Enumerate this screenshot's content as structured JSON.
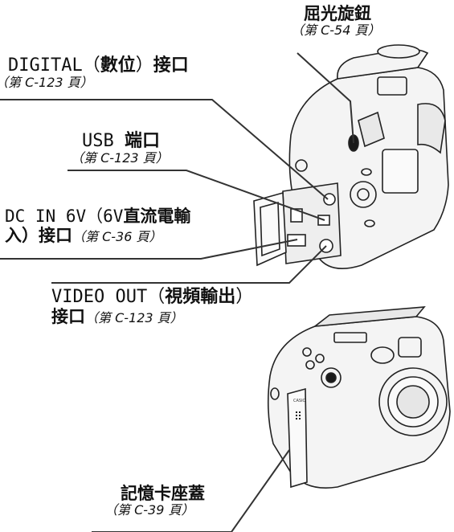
{
  "labels": {
    "diopter": {
      "title": "屈光旋鈕",
      "ref": "（第 C-54 頁）"
    },
    "digital": {
      "title_a": "DIGITAL（",
      "title_b": "數位",
      "title_c": "）",
      "title_d": "接口",
      "ref": "（第 C-123 頁）"
    },
    "usb": {
      "title_a": "USB ",
      "title_b": "端口",
      "ref": "（第 C-123 頁）"
    },
    "dcin": {
      "line1_a": "DC IN 6V（6V",
      "line1_b": "直流電輸",
      "line2_a": "入）接口",
      "line2_ref": "（第 C-36 頁）"
    },
    "video": {
      "line1_a": "VIDEO OUT（",
      "line1_b": "視頻輸出",
      "line1_c": "）",
      "line2_a": "接口",
      "line2_ref": "（第 C-123 頁）"
    },
    "card": {
      "title": "記憶卡座蓋",
      "ref": "（第 C-39 頁）",
      "brand": "CASIO"
    }
  },
  "colors": {
    "line": "#333333",
    "fill_light": "#f4f4f4",
    "fill_dark": "#1a1a1a"
  }
}
